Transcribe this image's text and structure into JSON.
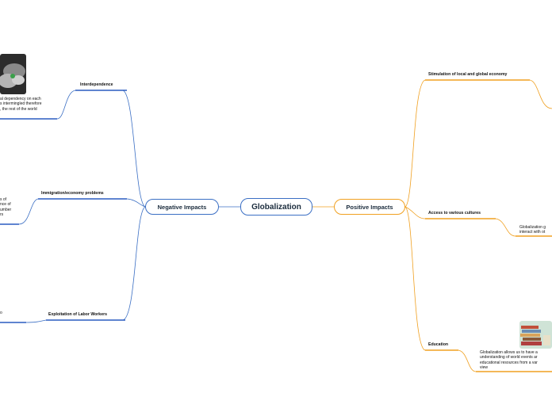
{
  "central": {
    "label": "Globalization"
  },
  "negative": {
    "label": "Negative Impacts",
    "color": "#3b6fc4",
    "topics": [
      {
        "label": "Interdependence",
        "note": "al dependency on each\ns intermingled therefore\n, the rest of the world"
      },
      {
        "label": "Immigration/economy problems",
        "note": "s of\nnce of\number\nrs"
      },
      {
        "label": "Exploitation of Labor Workers",
        "note": "o"
      }
    ]
  },
  "positive": {
    "label": "Positive Impacts",
    "color": "#f0a020",
    "topics": [
      {
        "label": "Stimulation of local and global economy"
      },
      {
        "label": "Access to various cultures",
        "note": "Globalization g\ninteract with ot"
      },
      {
        "label": "Education",
        "note": "Globalization allows us to have a\nunderstanding of world events ar\neducational resources from a var\nview"
      }
    ]
  }
}
